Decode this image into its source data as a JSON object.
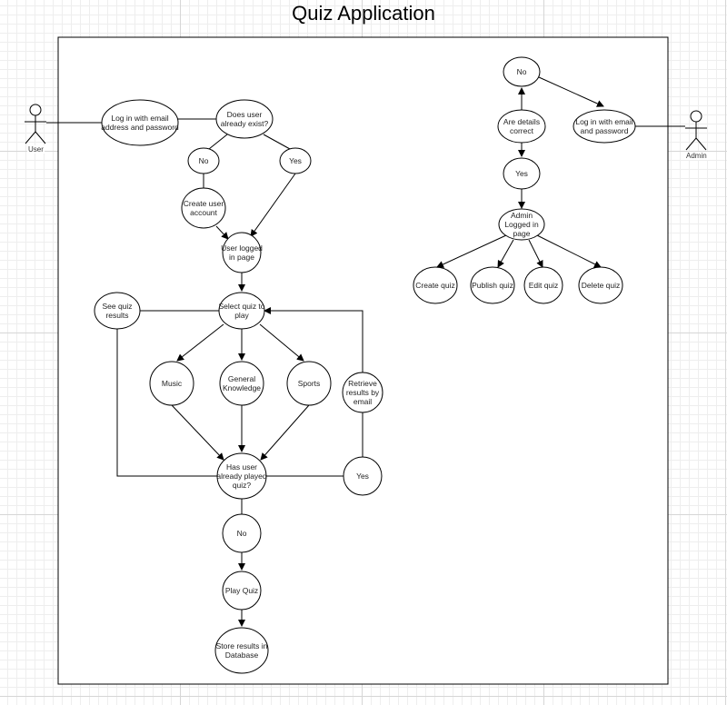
{
  "title": "Quiz Application",
  "actors": {
    "user": "User",
    "admin": "Admin"
  },
  "nodes": {
    "login_user": "Log in with email address and password",
    "user_exist": "Does user already exist?",
    "no_1": "No",
    "yes_1": "Yes",
    "create_account": "Create user account",
    "user_logged_in": "User logged in page",
    "see_results": "See quiz results",
    "select_quiz": "Select quiz to play",
    "music": "Music",
    "general_knowledge": "General Knowledge",
    "sports": "Sports",
    "retrieve_results": "Retrieve results by email",
    "already_played": "Has user already played quiz?",
    "yes_2": "Yes",
    "no_2": "No",
    "play_quiz": "Play Quiz",
    "store_results": "Store results in Database",
    "admin_no": "No",
    "details_correct": "Are details correct",
    "login_admin": "Log in with email and password",
    "admin_yes": "Yes",
    "admin_logged_in": "Admin Logged in page",
    "create_quiz": "Create quiz",
    "publish_quiz": "Publish quiz",
    "edit_quiz": "Edit quiz",
    "delete_quiz": "Delete quiz"
  }
}
